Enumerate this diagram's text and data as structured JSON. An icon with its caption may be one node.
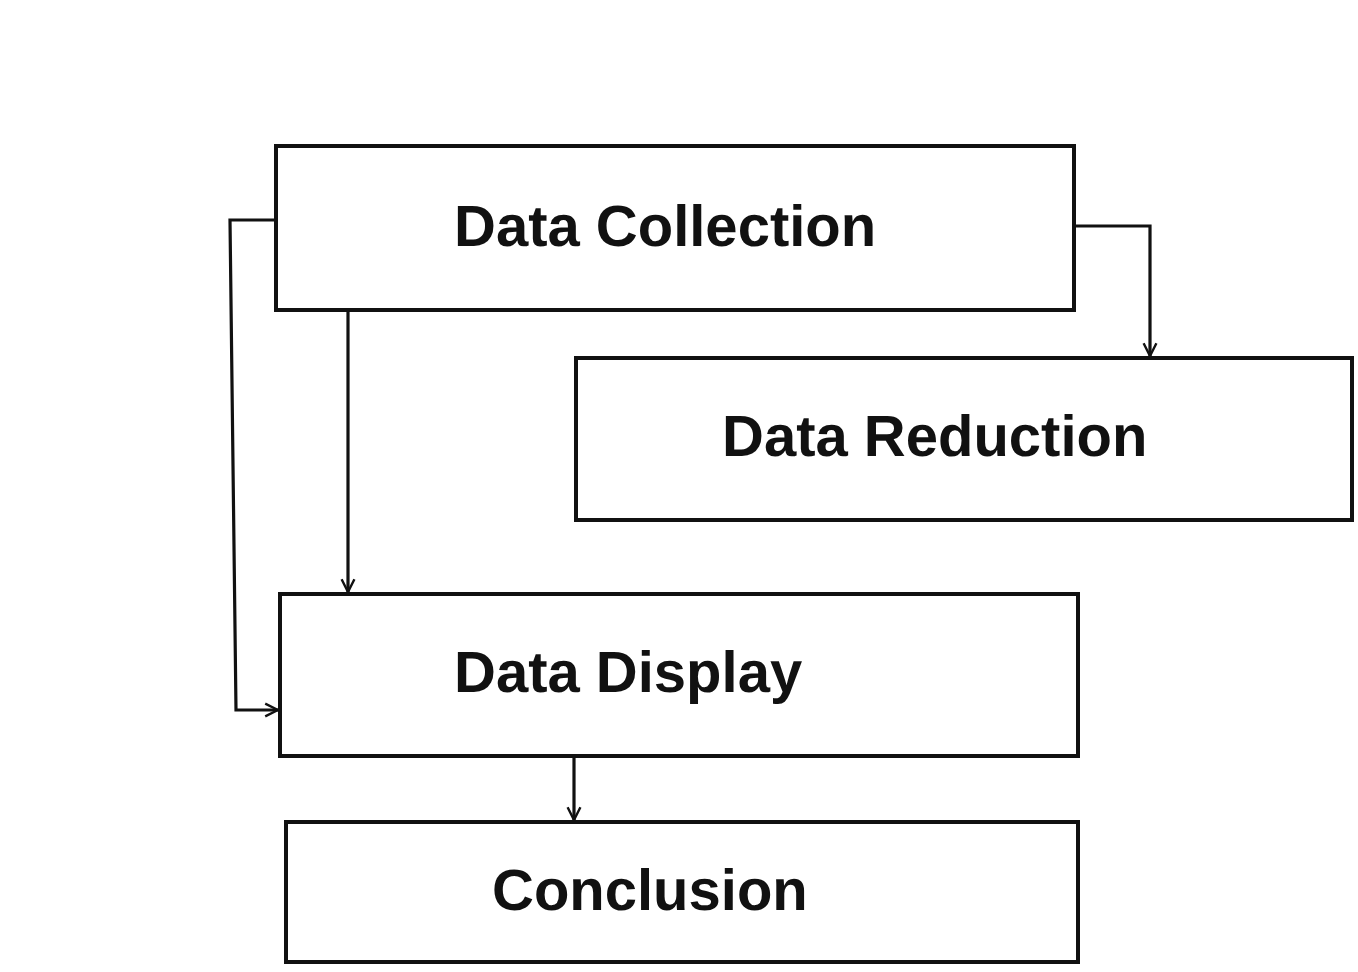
{
  "diagram": {
    "nodes": [
      {
        "text": [
          "Data Collection"
        ]
      },
      {
        "text": [
          "Data Reduction"
        ]
      },
      {
        "text": [
          "Data Display"
        ]
      },
      {
        "text": [
          "Conclusion"
        ]
      }
    ],
    "edges": [
      {
        "from": 0,
        "to": 1,
        "arrow": "to"
      },
      {
        "from": 0,
        "to": 2,
        "arrow": "to"
      },
      {
        "from": 0,
        "to": 2,
        "arrow": "to"
      },
      {
        "from": 2,
        "to": 3,
        "arrow": "to"
      }
    ]
  }
}
